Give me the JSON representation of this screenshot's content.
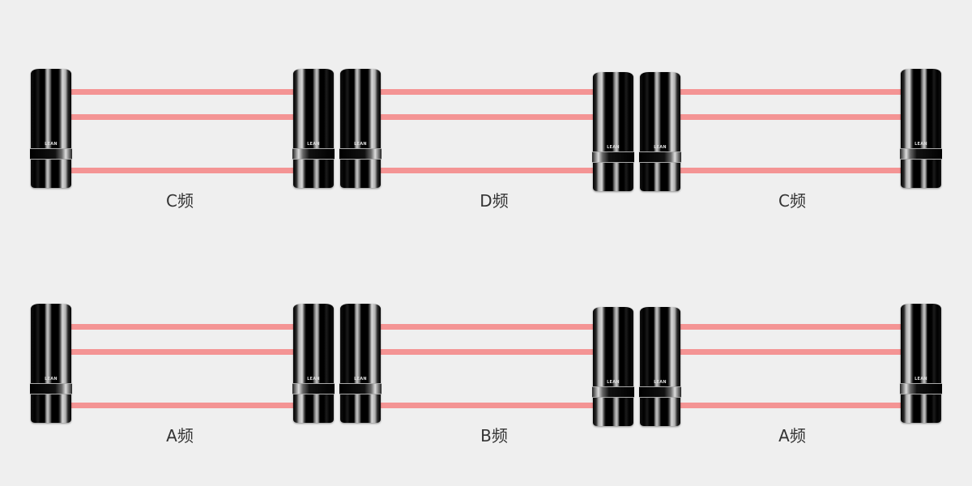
{
  "sensor_logo": "LEAN",
  "beam_color": "#f49494",
  "rows": [
    {
      "name": "top",
      "labels": [
        "C频",
        "D频",
        "C频"
      ]
    },
    {
      "name": "bottom",
      "labels": [
        "A频",
        "B频",
        "A频"
      ]
    }
  ]
}
